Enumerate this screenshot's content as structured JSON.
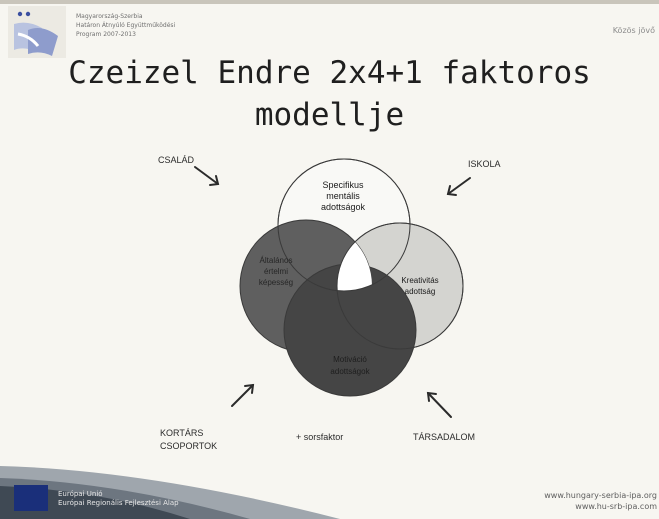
{
  "header": {
    "org_lines": [
      "Magyarország-Szerbia",
      "Határon Átnyúló Együttműködési",
      "Program 2007-2013"
    ],
    "slogan": "Közös jövő"
  },
  "title": {
    "line1": "Czeizel  Endre 2x4+1 faktoros",
    "line2": "modellje"
  },
  "diagram": {
    "outer_labels": {
      "csalad": "CSALÁD",
      "iskola": "ISKOLA",
      "kortars_line1": "KORTÁRS",
      "kortars_line2": "CSOPORTOK",
      "tarsadalom": "TÁRSADALOM",
      "sorsfaktor": "+ sorsfaktor"
    },
    "circles": {
      "top": [
        "Specifikus",
        "mentális",
        "adottságok"
      ],
      "left": [
        "Általános",
        "értelmi",
        "képesség"
      ],
      "right": [
        "Kreativitás",
        "adottság"
      ],
      "bottom": [
        "Motiváció",
        "adottságok"
      ]
    },
    "colors": {
      "top": "#f9f9f6",
      "left": "#5f5f5f",
      "right": "#d4d4d0",
      "bottom": "#454545",
      "center": "#ffffff"
    }
  },
  "footer": {
    "eu_line1": "Európai Unió",
    "eu_line2": "Európai Regionális Fejlesztési Alap",
    "url1": "www.hungary-serbia-ipa.org",
    "url2": "www.hu-srb-ipa.com"
  }
}
